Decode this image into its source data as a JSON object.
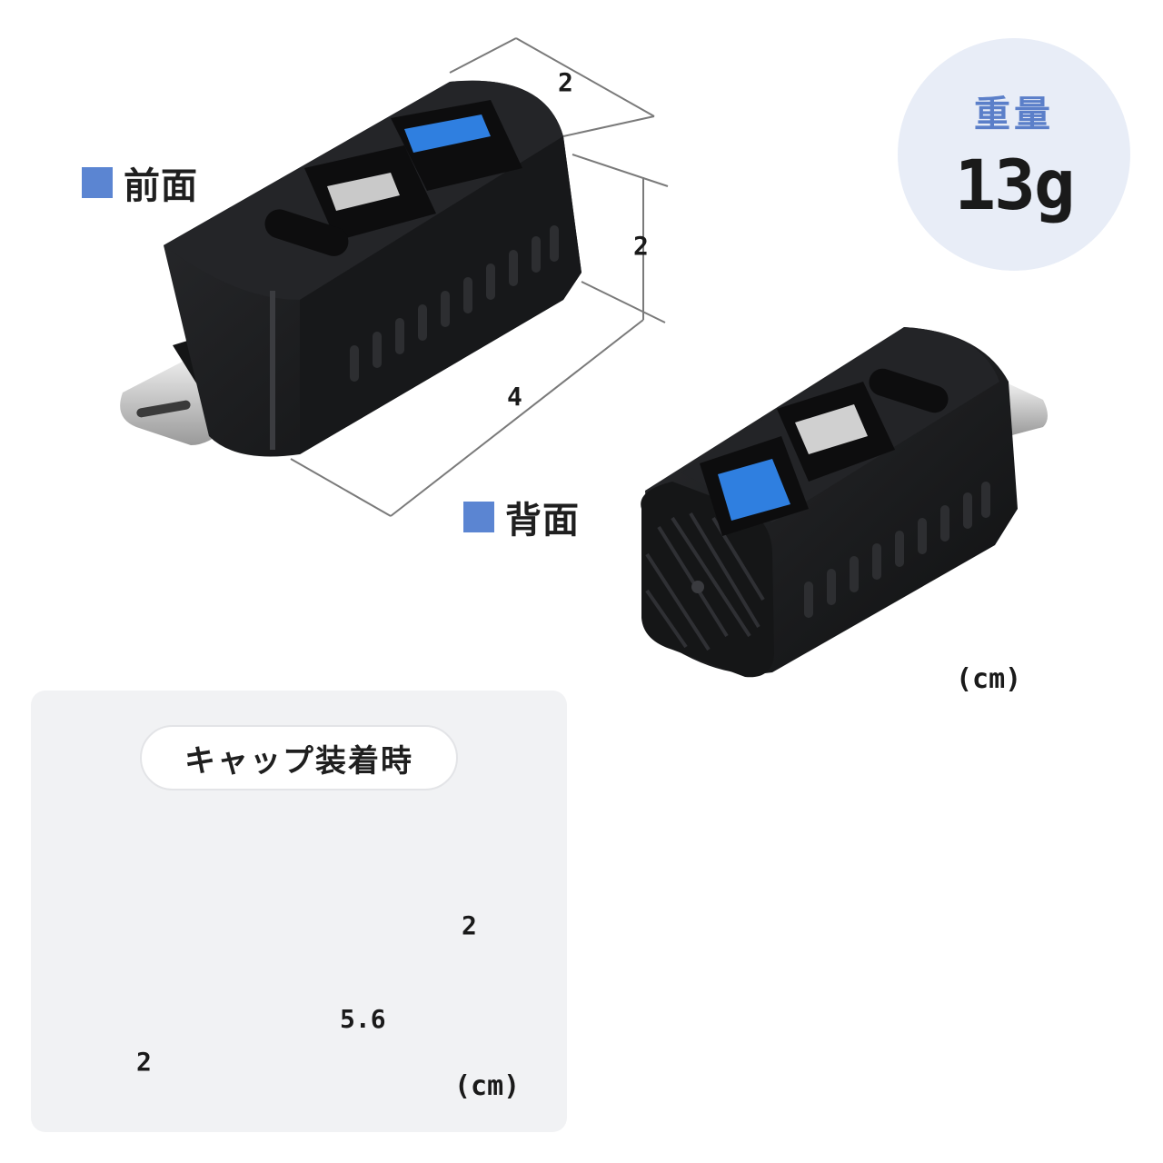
{
  "labels": {
    "front": "前面",
    "back": "背面",
    "cap": "キャップ装着時"
  },
  "weight": {
    "title": "重量",
    "value": "13g"
  },
  "dimensions": {
    "top_width": "2",
    "top_height": "2",
    "top_length": "4",
    "cap_height": "2",
    "cap_length": "5.6",
    "cap_width": "2"
  },
  "units": {
    "main": "(cm)",
    "cap": "(cm)"
  },
  "colors": {
    "label_square": "#5b85d2",
    "badge_bg": "#e8edf7",
    "badge_title": "#5b7fc9",
    "device_body": "#1b1c1e",
    "port_blue": "#2f7fe0"
  }
}
